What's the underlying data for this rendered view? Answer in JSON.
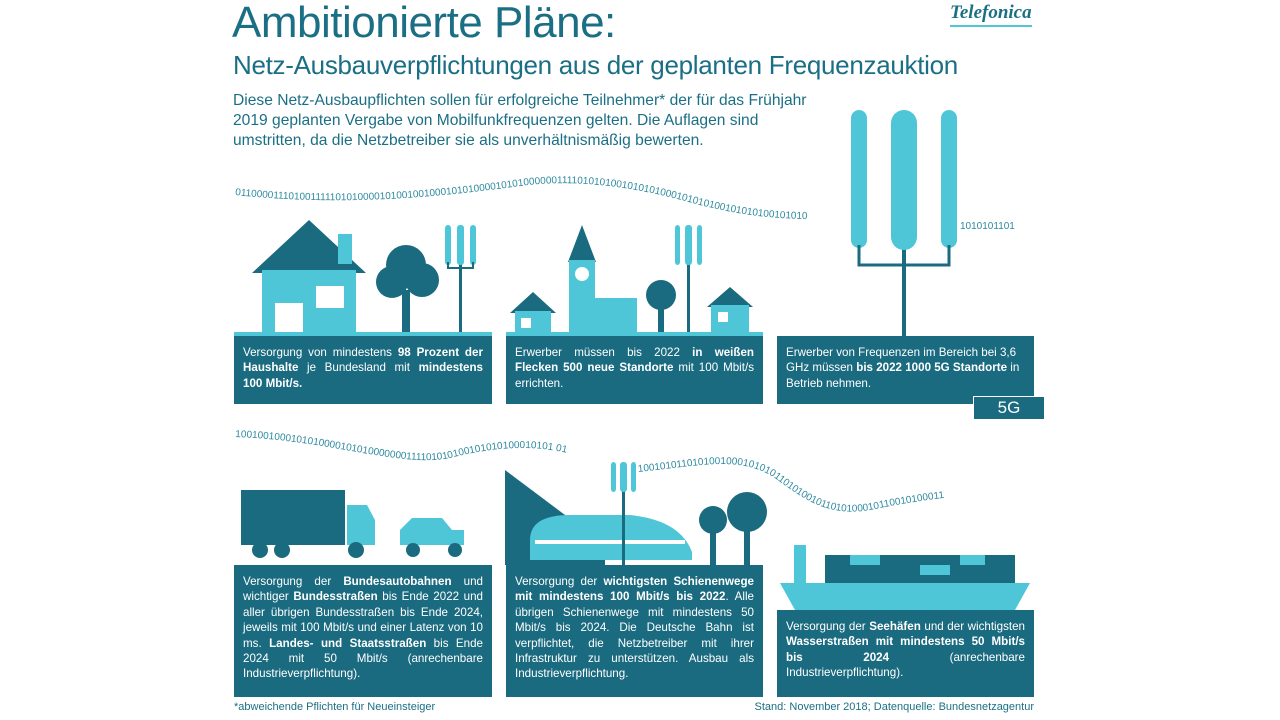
{
  "header": {
    "title": "Ambitionierte Pläne:",
    "subtitle": "Netz-Ausbauverpflichtungen aus der geplanten Frequenzauktion",
    "intro": "Diese Netz-Ausbaupflichten sollen für erfolgreiche Teilnehmer* der für das Frühjahr 2019 geplanten Vergabe von Mobilfunkfrequenzen gelten. Die Auflagen sind umstritten, da die Netzbetreiber sie als unverhältnismäßig bewerten.",
    "logo": "Telefonica"
  },
  "binary": {
    "top_wave": "011000011101001111101010000101001001000101010000101010000001111010101001010101000101010100101010100101010",
    "top_right": "1010101101",
    "bottom_wave": "1001001000101010000101010000000111101010100101010100010101 01",
    "bottom_right": "1001010110101001000101010110101001011010100010110010100011"
  },
  "cards": [
    {
      "p1": "Versorgung von mindestens ",
      "b1": "98 Prozent der Haushalte",
      "p2": " je Bundesland mit ",
      "b2": "mindestens 100 Mbit/s.",
      "p3": ""
    },
    {
      "p1": "Erwerber müssen bis 2022 ",
      "b1": "in weißen Flecken 500 neue Standorte",
      "p2": " mit 100 Mbit/s errichten.",
      "b2": "",
      "p3": ""
    },
    {
      "p1": "Erwerber von Frequenzen im Bereich bei 3,6 GHz müssen ",
      "b1": "bis 2022 1000 5G Standorte",
      "p2": " in Betrieb nehmen.",
      "b2": "",
      "p3": "",
      "tag": "5G"
    },
    {
      "p1": "Versorgung der ",
      "b1": "Bundesautobahnen",
      "p2": " und wichtiger ",
      "b2": "Bundesstraßen",
      "p3": " bis Ende 2022 und aller übrigen Bundesstraßen bis Ende 2024, jeweils mit 100 Mbit/s und einer Latenz von 10 ms. ",
      "b3": "Landes- und Staatsstraßen",
      "p4": " bis Ende 2024 mit 50 Mbit/s (anrechenbare Industrieverpflichtung)."
    },
    {
      "p1": "Versorgung der ",
      "b1": "wichtigsten Schienenwege mit mindestens 100 Mbit/s bis 2022",
      "p2": ". Alle übrigen Schienenwege mit mindestens 50 Mbit/s bis 2024. Die Deutsche Bahn ist verpflichtet, die Netzbetreiber mit ihrer Infrastruktur zu unterstützen. Ausbau als Industrieverpflichtung.",
      "b2": "",
      "p3": ""
    },
    {
      "p1": "Versorgung der ",
      "b1": "Seehäfen",
      "p2": " und der wichtigsten ",
      "b2": "Wasserstraßen mit mindestens 50 Mbit/s bis 2024",
      "p3": " (anrechenbare Industrieverpflichtung)."
    }
  ],
  "footer": {
    "note": "*abweichende Pflichten für Neueinsteiger",
    "source": "Stand: November 2018; Datenquelle: Bundesnetzagentur"
  },
  "colors": {
    "dark": "#1a6b80",
    "light": "#4fc6d8"
  }
}
